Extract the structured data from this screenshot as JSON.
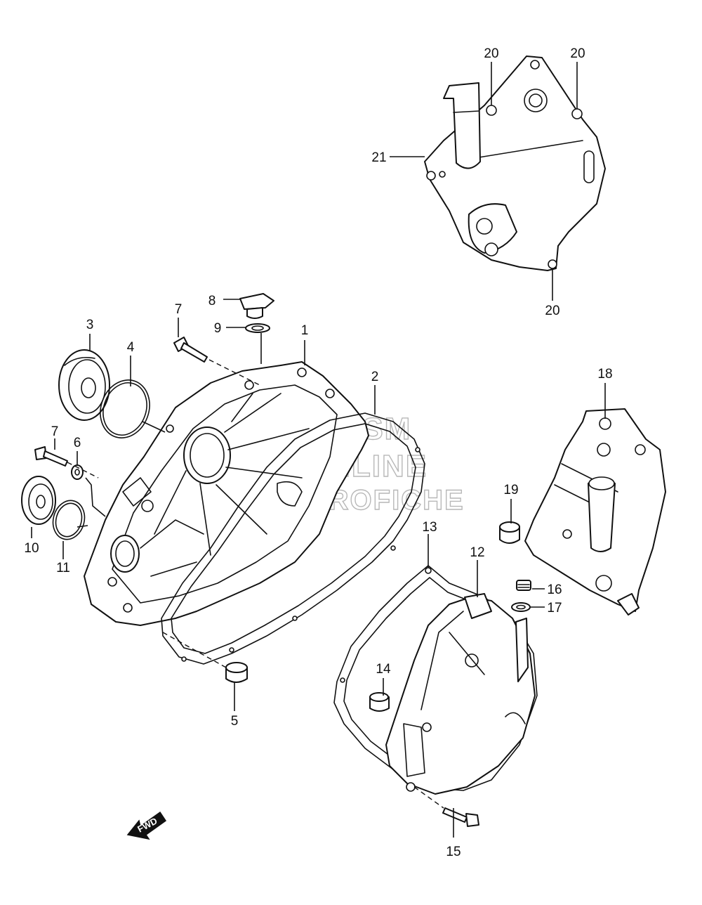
{
  "callouts": {
    "c1": "1",
    "c2": "2",
    "c3": "3",
    "c4": "4",
    "c5": "5",
    "c6": "6",
    "c7a": "7",
    "c7b": "7",
    "c8": "8",
    "c9": "9",
    "c10": "10",
    "c11": "11",
    "c12": "12",
    "c13": "13",
    "c14": "14",
    "c15": "15",
    "c16": "16",
    "c17": "17",
    "c18": "18",
    "c19": "19",
    "c20a": "20",
    "c20b": "20",
    "c20c": "20",
    "c21": "21"
  },
  "watermark": {
    "line1": "HLSM",
    "line2": "ONLINE",
    "line3": "MICROFICHE"
  },
  "fwd_label": "FWD"
}
